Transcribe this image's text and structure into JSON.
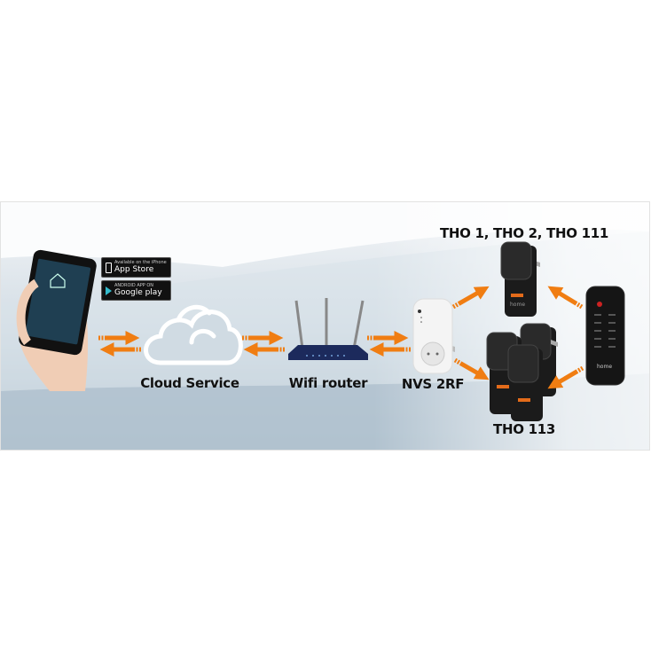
{
  "labels": {
    "cloud": "Cloud Service",
    "router": "Wifi router",
    "gateway": "NVS 2RF",
    "top_sockets": "THO 1, THO 2, THO 111",
    "bottom_sockets": "THO 113"
  },
  "badges": {
    "app_store": {
      "small": "Available on the iPhone",
      "big": "App Store"
    },
    "google_play": {
      "small": "ANDROID APP ON",
      "big": "Google play"
    }
  },
  "remote_brand": "home",
  "device_brand": "home",
  "colors": {
    "arrow": "#f07d12",
    "router": "#1c2a5c",
    "socket": "#1b1b1b",
    "background": "#c9d5de"
  }
}
